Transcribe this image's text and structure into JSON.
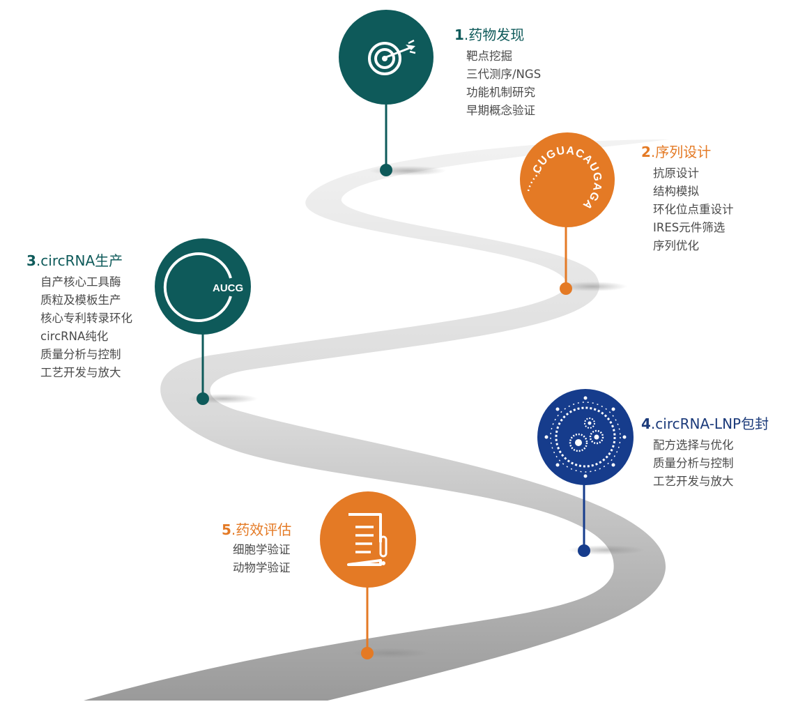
{
  "colors": {
    "teal": "#0e5a5a",
    "orange": "#e47a25",
    "navy": "#163c8c",
    "road": "#d6d6d6"
  },
  "stages": [
    {
      "number": "1",
      "title": ".药物发现",
      "icon": "target-icon",
      "items": [
        "靶点挖掘",
        "三代测序/NGS",
        "功能机制研究",
        "早期概念验证"
      ]
    },
    {
      "number": "2",
      "title": ".序列设计",
      "icon": "sequence-icon",
      "icon_text": "CUGUACAUGAGA",
      "items": [
        "抗原设计",
        "结构模拟",
        "环化位点重设计",
        "IRES元件筛选",
        "序列优化"
      ]
    },
    {
      "number": "3",
      "title": ".circRNA生产",
      "icon": "circle-rna-icon",
      "icon_text": "AUCG",
      "items": [
        "自产核心工具酶",
        "质粒及模板生产",
        "核心专利转录环化",
        "circRNA纯化",
        "质量分析与控制",
        "工艺开发与放大"
      ]
    },
    {
      "number": "4",
      "title": ".circRNA-LNP包封",
      "icon": "lnp-icon",
      "items": [
        "配方选择与优化",
        "质量分析与控制",
        "工艺开发与放大"
      ]
    },
    {
      "number": "5",
      "title": ".药效评估",
      "icon": "document-alert-icon",
      "items": [
        "细胞学验证",
        "动物学验证"
      ]
    }
  ]
}
